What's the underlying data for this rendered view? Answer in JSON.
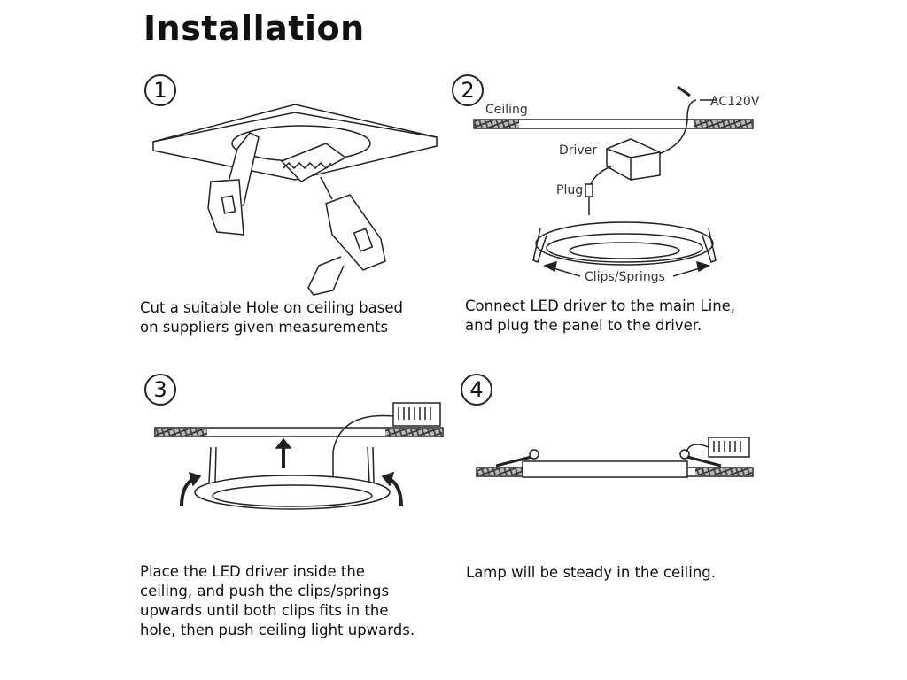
{
  "title": "Installation",
  "steps": [
    {
      "number": "1",
      "caption": [
        "Cut a suitable Hole on ceiling based",
        "on suppliers given measurements"
      ]
    },
    {
      "number": "2",
      "caption": [
        "Connect LED driver to the main Line,",
        "and plug the panel to the driver."
      ],
      "labels": {
        "ceiling": "Ceiling",
        "power": "AC120V",
        "driver": "Driver",
        "plug": "Plug",
        "clips": "Clips/Springs"
      }
    },
    {
      "number": "3",
      "caption": [
        "Place the LED driver inside the",
        "ceiling, and push the clips/springs",
        "upwards until both clips fits in the",
        "hole, then push ceiling light upwards."
      ]
    },
    {
      "number": "4",
      "caption": [
        "Lamp will be steady in the ceiling."
      ]
    }
  ]
}
